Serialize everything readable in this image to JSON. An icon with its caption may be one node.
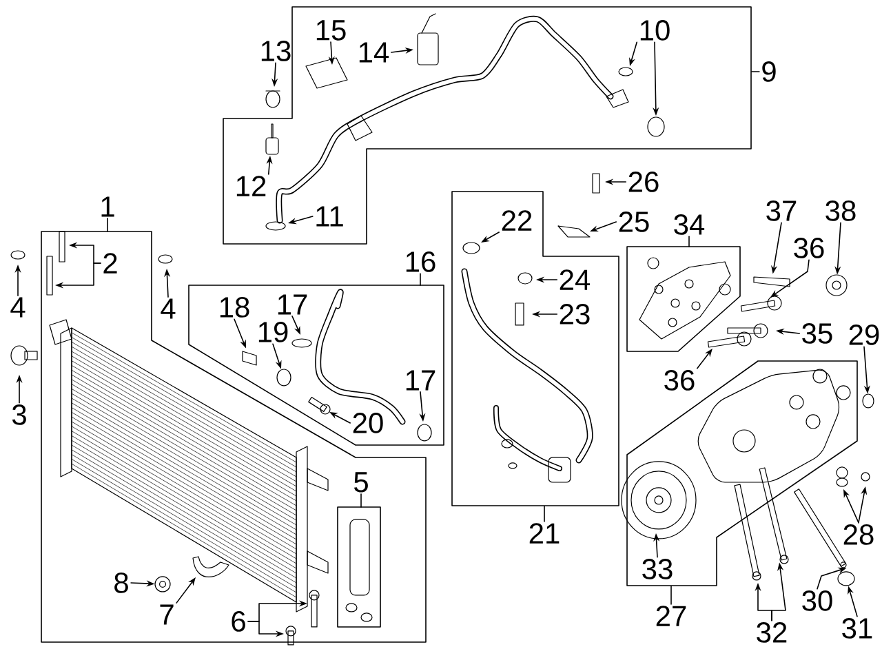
{
  "diagram": {
    "nodes": [
      {
        "text": [
          "1"
        ]
      },
      {
        "text": [],
        "shape": "box"
      },
      {
        "text": [
          "2"
        ],
        "in": 1
      },
      {
        "text": [
          "3"
        ]
      },
      {
        "text": [
          "4"
        ]
      },
      {
        "text": [
          "4"
        ]
      },
      {
        "text": [],
        "shape": "box",
        "in": 1
      },
      {
        "text": [
          "5"
        ],
        "in": 1
      },
      {
        "text": [
          "6"
        ],
        "in": 1
      },
      {
        "text": [
          "7"
        ],
        "in": 1
      },
      {
        "text": [
          "8"
        ],
        "in": 1
      },
      {
        "text": [],
        "shape": "box"
      },
      {
        "text": [
          "9"
        ]
      },
      {
        "text": [
          "10"
        ],
        "in": 11
      },
      {
        "text": [
          "11"
        ],
        "in": 11
      },
      {
        "text": [
          "12"
        ],
        "in": 11
      },
      {
        "text": [
          "13"
        ]
      },
      {
        "text": [
          "14"
        ],
        "in": 11
      },
      {
        "text": [
          "15"
        ],
        "in": 11
      },
      {
        "text": [],
        "shape": "box"
      },
      {
        "text": [
          "16"
        ]
      },
      {
        "text": [
          "17"
        ],
        "in": 19
      },
      {
        "text": [
          "17"
        ],
        "in": 19
      },
      {
        "text": [
          "18"
        ],
        "in": 19
      },
      {
        "text": [
          "19"
        ],
        "in": 19
      },
      {
        "text": [
          "20"
        ],
        "in": 19
      },
      {
        "text": [],
        "shape": "box"
      },
      {
        "text": [
          "21"
        ]
      },
      {
        "text": [
          "22"
        ],
        "in": 26
      },
      {
        "text": [
          "23"
        ],
        "in": 26
      },
      {
        "text": [
          "24"
        ],
        "in": 26
      },
      {
        "text": [
          "25"
        ]
      },
      {
        "text": [
          "26"
        ]
      },
      {
        "text": [],
        "shape": "box"
      },
      {
        "text": [
          "27"
        ]
      },
      {
        "text": [
          "28"
        ]
      },
      {
        "text": [
          "29"
        ]
      },
      {
        "text": [
          "30"
        ]
      },
      {
        "text": [
          "31"
        ]
      },
      {
        "text": [
          "32"
        ]
      },
      {
        "text": [
          "33"
        ],
        "in": 33
      },
      {
        "text": [],
        "shape": "box"
      },
      {
        "text": [
          "34"
        ]
      },
      {
        "text": [
          "35"
        ]
      },
      {
        "text": [
          "36"
        ]
      },
      {
        "text": [
          "36"
        ]
      },
      {
        "text": [
          "37"
        ]
      },
      {
        "text": [
          "38"
        ]
      },
      {
        "text": [],
        "shape": "circle",
        "in": 1
      },
      {
        "text": [],
        "shape": "circle",
        "in": 19
      },
      {
        "text": [],
        "shape": "circle"
      },
      {
        "text": [],
        "shape": "bar"
      },
      {
        "text": [],
        "shape": "circle"
      },
      {
        "text": [],
        "shape": "bar"
      },
      {
        "text": [],
        "shape": "bar"
      },
      {
        "text": [],
        "shape": "bar"
      },
      {
        "text": [],
        "shape": "circle"
      },
      {
        "text": [],
        "shape": "bar",
        "in": 19
      }
    ],
    "edges": [
      {
        "from": 0,
        "to": 1,
        "arrow": "none"
      },
      {
        "from": 2,
        "to": null,
        "arrow": "to"
      },
      {
        "from": 2,
        "to": null,
        "arrow": "to"
      },
      {
        "from": 3,
        "to": null,
        "arrow": "to"
      },
      {
        "from": 4,
        "to": null,
        "arrow": "to"
      },
      {
        "from": 5,
        "to": null,
        "arrow": "to"
      },
      {
        "from": 7,
        "to": 6,
        "arrow": "none"
      },
      {
        "from": 8,
        "to": null,
        "arrow": "to"
      },
      {
        "from": 8,
        "to": null,
        "arrow": "to"
      },
      {
        "from": 9,
        "to": null,
        "arrow": "to"
      },
      {
        "from": 10,
        "to": 48,
        "arrow": "to"
      },
      {
        "from": 12,
        "to": 11,
        "arrow": "none"
      },
      {
        "from": 13,
        "to": null,
        "arrow": "to"
      },
      {
        "from": 13,
        "to": null,
        "arrow": "to"
      },
      {
        "from": 14,
        "to": null,
        "arrow": "to"
      },
      {
        "from": 15,
        "to": null,
        "arrow": "to"
      },
      {
        "from": 16,
        "to": null,
        "arrow": "to"
      },
      {
        "from": 17,
        "to": null,
        "arrow": "to"
      },
      {
        "from": 18,
        "to": null,
        "arrow": "to"
      },
      {
        "from": 20,
        "to": 19,
        "arrow": "none"
      },
      {
        "from": 21,
        "to": null,
        "arrow": "to"
      },
      {
        "from": 22,
        "to": null,
        "arrow": "to"
      },
      {
        "from": 23,
        "to": 57,
        "arrow": "to"
      },
      {
        "from": 24,
        "to": 49,
        "arrow": "to"
      },
      {
        "from": 25,
        "to": null,
        "arrow": "to"
      },
      {
        "from": 27,
        "to": 26,
        "arrow": "none"
      },
      {
        "from": 28,
        "to": null,
        "arrow": "to"
      },
      {
        "from": 29,
        "to": null,
        "arrow": "to"
      },
      {
        "from": 30,
        "to": null,
        "arrow": "to"
      },
      {
        "from": 31,
        "to": null,
        "arrow": "to"
      },
      {
        "from": 32,
        "to": null,
        "arrow": "to"
      },
      {
        "from": 34,
        "to": 33,
        "arrow": "none"
      },
      {
        "from": 35,
        "to": null,
        "arrow": "to"
      },
      {
        "from": 35,
        "to": null,
        "arrow": "to"
      },
      {
        "from": 36,
        "to": 50,
        "arrow": "to"
      },
      {
        "from": 37,
        "to": 51,
        "arrow": "to"
      },
      {
        "from": 38,
        "to": 52,
        "arrow": "to"
      },
      {
        "from": 39,
        "to": null,
        "arrow": "to"
      },
      {
        "from": 39,
        "to": 53,
        "arrow": "to"
      },
      {
        "from": 40,
        "to": null,
        "arrow": "to"
      },
      {
        "from": 42,
        "to": 41,
        "arrow": "none"
      },
      {
        "from": 43,
        "to": null,
        "arrow": "to"
      },
      {
        "from": 44,
        "to": 54,
        "arrow": "to"
      },
      {
        "from": 45,
        "to": null,
        "arrow": "to"
      },
      {
        "from": 46,
        "to": 55,
        "arrow": "to"
      },
      {
        "from": 47,
        "to": 56,
        "arrow": "to"
      }
    ]
  }
}
